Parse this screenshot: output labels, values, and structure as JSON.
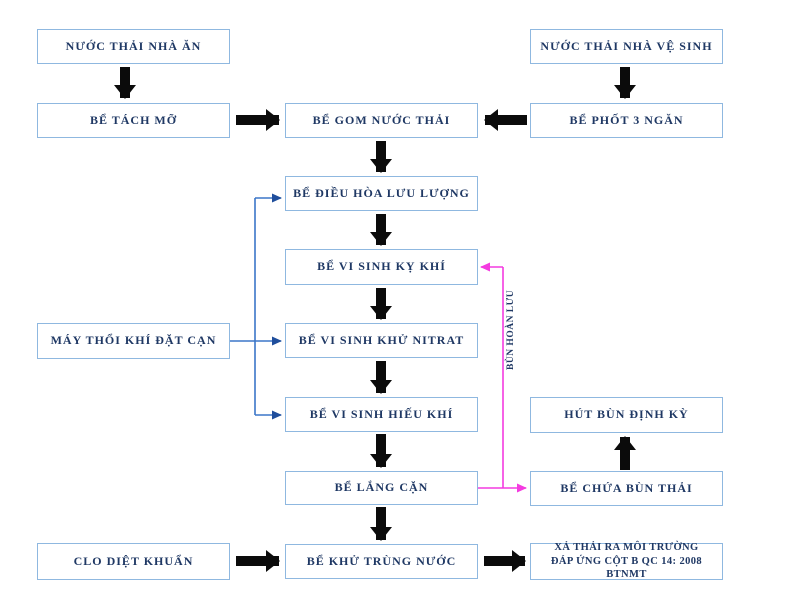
{
  "diagram": {
    "type": "flowchart",
    "subject": "wastewater-treatment-process",
    "colors": {
      "background": "#ffffff",
      "box_border": "#8fb8e0",
      "text": "#1f3864",
      "black_arrow": "#0b0b0b",
      "blue_line": "#3b76c8",
      "pink_line": "#f43be0"
    },
    "nodes": {
      "kitchen_wastewater": "NƯỚC THẢI NHÀ ĂN",
      "toilet_wastewater": "NƯỚC THẢI NHÀ VỆ SINH",
      "grease_trap": "BỂ TÁCH MỠ",
      "collection_tank": "BỂ GOM NƯỚC THẢI",
      "septic_tank": "BỂ PHỐT 3 NGĂN",
      "equalization_tank": "BỂ ĐIỀU HÒA LƯU LƯỢNG",
      "anaerobic_tank": "BỂ VI SINH KỴ KHÍ",
      "air_blower": "MÁY THỔI KHÍ ĐẶT CẠN",
      "denitrification_tank": "BỂ VI SINH KHỬ NITRAT",
      "aerobic_tank": "BỂ VI SINH HIẾU KHÍ",
      "sedimentation_tank": "BỂ LẮNG CẶN",
      "periodic_sludge_removal": "HÚT BÙN ĐỊNH KỲ",
      "sludge_tank": "BỂ CHỨA BÙN THẢI",
      "chlorine_disinfection": "CLO DIỆT KHUẨN",
      "disinfection_tank": "BỂ KHỬ TRÙNG NƯỚC",
      "discharge_line1": "XẢ THẢI RA MÔI TRƯỜNG",
      "discharge_line2": "ĐÁP ỨNG CỘT B QC 14: 2008 BTNMT"
    },
    "edge_labels": {
      "sludge_recirculation": "BÙN HOÀN LƯU"
    }
  }
}
